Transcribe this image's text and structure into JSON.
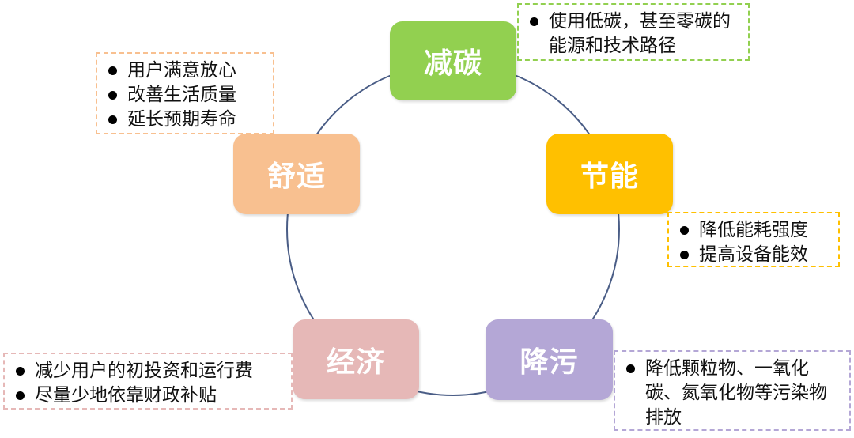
{
  "colors": {
    "circle": "#4a5d86",
    "jiantan": "#92d050",
    "jieneng": "#ffc000",
    "jiangwu": "#b4a7d6",
    "jingji": "#e6b8b7",
    "shushi": "#f8c090",
    "jiantan_border": "#92d050",
    "jieneng_border": "#ffc000",
    "jiangwu_border": "#b4a7d6",
    "jingji_border": "#e6b8b7",
    "shushi_border": "#f8c090"
  },
  "nodes": {
    "jiantan": "减碳",
    "jieneng": "节能",
    "jiangwu": "降污",
    "jingji": "经济",
    "shushi": "舒适"
  },
  "callouts": {
    "jiantan": [
      "使用低碳，甚至零碳的能源和技术路径"
    ],
    "jieneng": [
      "降低能耗强度",
      "提高设备能效"
    ],
    "jiangwu": [
      "降低颗粒物、一氧化碳、氮氧化物等污染物排放"
    ],
    "jingji": [
      "减少用户的初投资和运行费",
      "尽量少地依靠财政补贴"
    ],
    "shushi": [
      "用户满意放心",
      "改善生活质量",
      "延长预期寿命"
    ]
  }
}
